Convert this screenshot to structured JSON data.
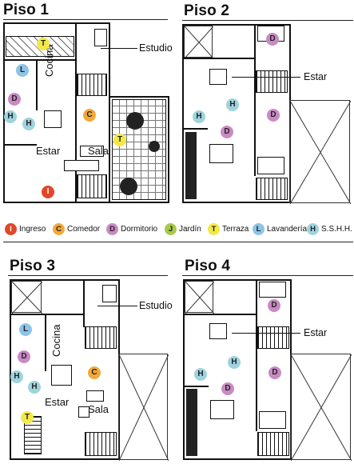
{
  "floors": [
    {
      "title": "Piso 1",
      "rooms": {
        "cocina": "Cocina",
        "estar": "Estar",
        "sala": "Sala"
      },
      "callout": "Estudio",
      "badges": [
        "T",
        "L",
        "D",
        "H",
        "H",
        "C",
        "T",
        "I"
      ]
    },
    {
      "title": "Piso 2",
      "callout": "Estar",
      "badges": [
        "D",
        "H",
        "H",
        "D",
        "D"
      ]
    },
    {
      "title": "Piso 3",
      "rooms": {
        "cocina": "Cocina",
        "estar": "Estar",
        "sala": "Sala"
      },
      "callout": "Estudio",
      "badges": [
        "L",
        "D",
        "H",
        "H",
        "C",
        "T"
      ]
    },
    {
      "title": "Piso 4",
      "callout": "Estar",
      "badges": [
        "D",
        "H",
        "H",
        "D",
        "D"
      ]
    }
  ],
  "legend": [
    {
      "letter": "I",
      "label": "Ingreso",
      "color": "#e2462a"
    },
    {
      "letter": "C",
      "label": "Comedor",
      "color": "#f2a93a"
    },
    {
      "letter": "D",
      "label": "Dormitorio",
      "color": "#c98ac4"
    },
    {
      "letter": "J",
      "label": "Jardín",
      "color": "#a9c94a"
    },
    {
      "letter": "T",
      "label": "Terraza",
      "color": "#f3e84a"
    },
    {
      "letter": "L",
      "label": "Lavandería",
      "color": "#8cc5e6"
    },
    {
      "letter": "H",
      "label": "S.S.H.H.",
      "color": "#9fd3dd"
    }
  ],
  "badge_colors": {
    "I": "#e2462a",
    "C": "#f2a93a",
    "D": "#c98ac4",
    "J": "#a9c94a",
    "T": "#f3e84a",
    "L": "#8cc5e6",
    "H": "#9fd3dd"
  }
}
